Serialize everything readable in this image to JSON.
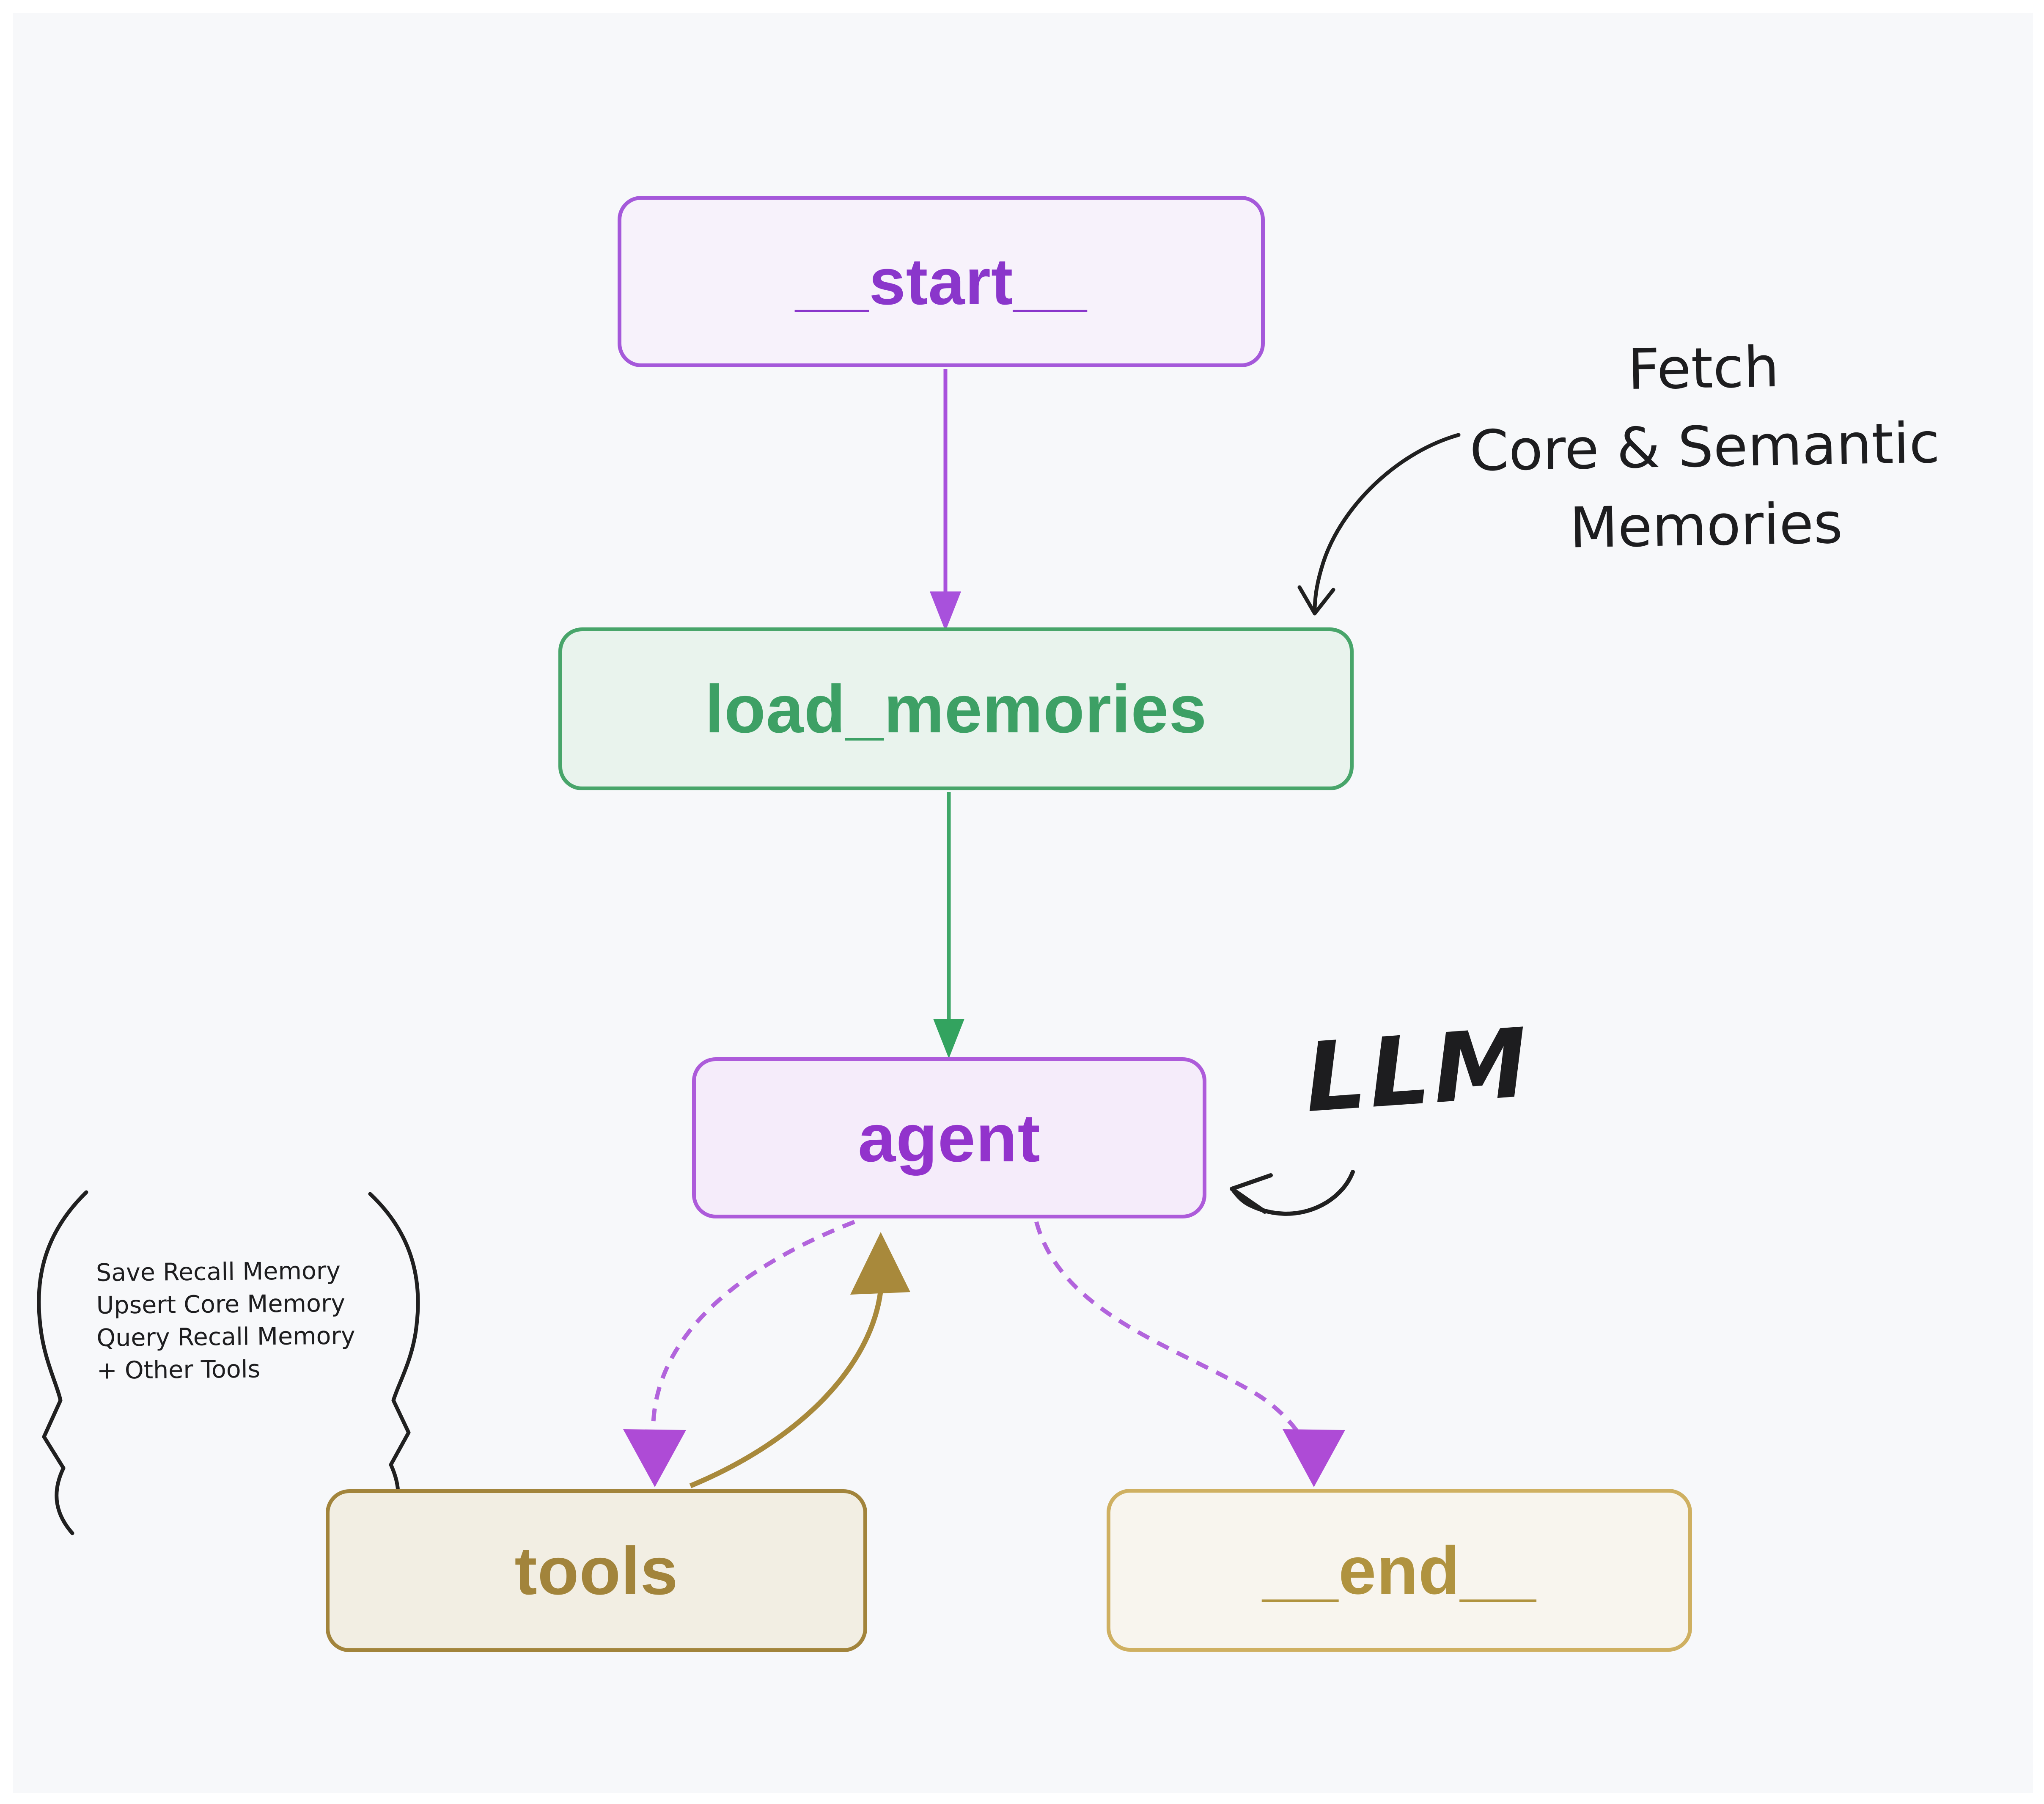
{
  "canvas": {
    "background": "#f7f8fa",
    "outer_margin_color": "#ffffff"
  },
  "nodes": {
    "start": {
      "label": "__start__",
      "border": "#a559da",
      "fill": "#f7f2fb",
      "text_color": "#8a36cb"
    },
    "load_memories": {
      "label": "load_memories",
      "border": "#48a56a",
      "fill": "#e9f3ed",
      "text_color": "#3da065"
    },
    "agent": {
      "label": "agent",
      "border": "#ad5bda",
      "fill": "#f5ecfa",
      "text_color": "#9233cc"
    },
    "tools": {
      "label": "tools",
      "border": "#a2843b",
      "fill": "#f2eee3",
      "text_color": "#a2843b"
    },
    "end": {
      "label": "__end__",
      "border": "#cfb061",
      "fill": "#f8f5ee",
      "text_color": "#b0933f"
    }
  },
  "edges": [
    {
      "from": "__start__",
      "to": "load_memories",
      "style": "solid",
      "color": "#a851dc"
    },
    {
      "from": "load_memories",
      "to": "agent",
      "style": "solid",
      "color": "#3fa768"
    },
    {
      "from": "agent",
      "to": "tools",
      "style": "dashed",
      "color": "#b264dc"
    },
    {
      "from": "tools",
      "to": "agent",
      "style": "solid",
      "color": "#a8893b"
    },
    {
      "from": "agent",
      "to": "__end__",
      "style": "dashed",
      "color": "#b264dc"
    }
  ],
  "annotations": {
    "fetch_note": {
      "lines": [
        "Fetch",
        "Core & Semantic",
        "Memories"
      ],
      "color": "#1d1d1f",
      "points_to": "load_memories"
    },
    "llm_note": {
      "label": "LLM",
      "color": "#1d1d1f",
      "points_to": "agent"
    },
    "tools_note": {
      "lines": [
        "Save Recall Memory",
        "Upsert Core Memory",
        "Query Recall Memory",
        "+ Other Tools"
      ],
      "color": "#1d1d1f",
      "points_to": "tools"
    }
  }
}
